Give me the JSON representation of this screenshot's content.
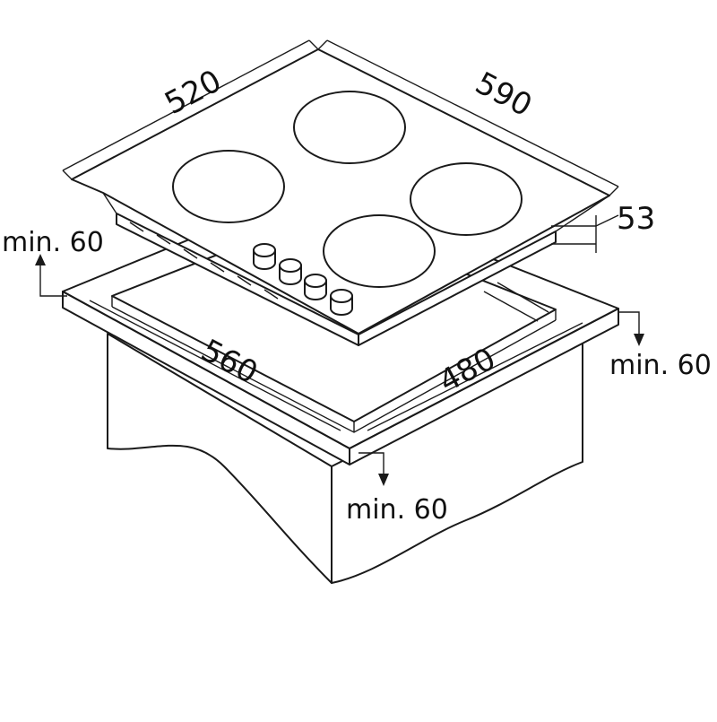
{
  "dimensions": {
    "hob_width": "520",
    "hob_depth": "590",
    "hob_height": "53",
    "cutout_width": "560",
    "cutout_depth": "480"
  },
  "clearances": {
    "left": "min. 60",
    "right": "min. 60",
    "front": "min. 60"
  }
}
